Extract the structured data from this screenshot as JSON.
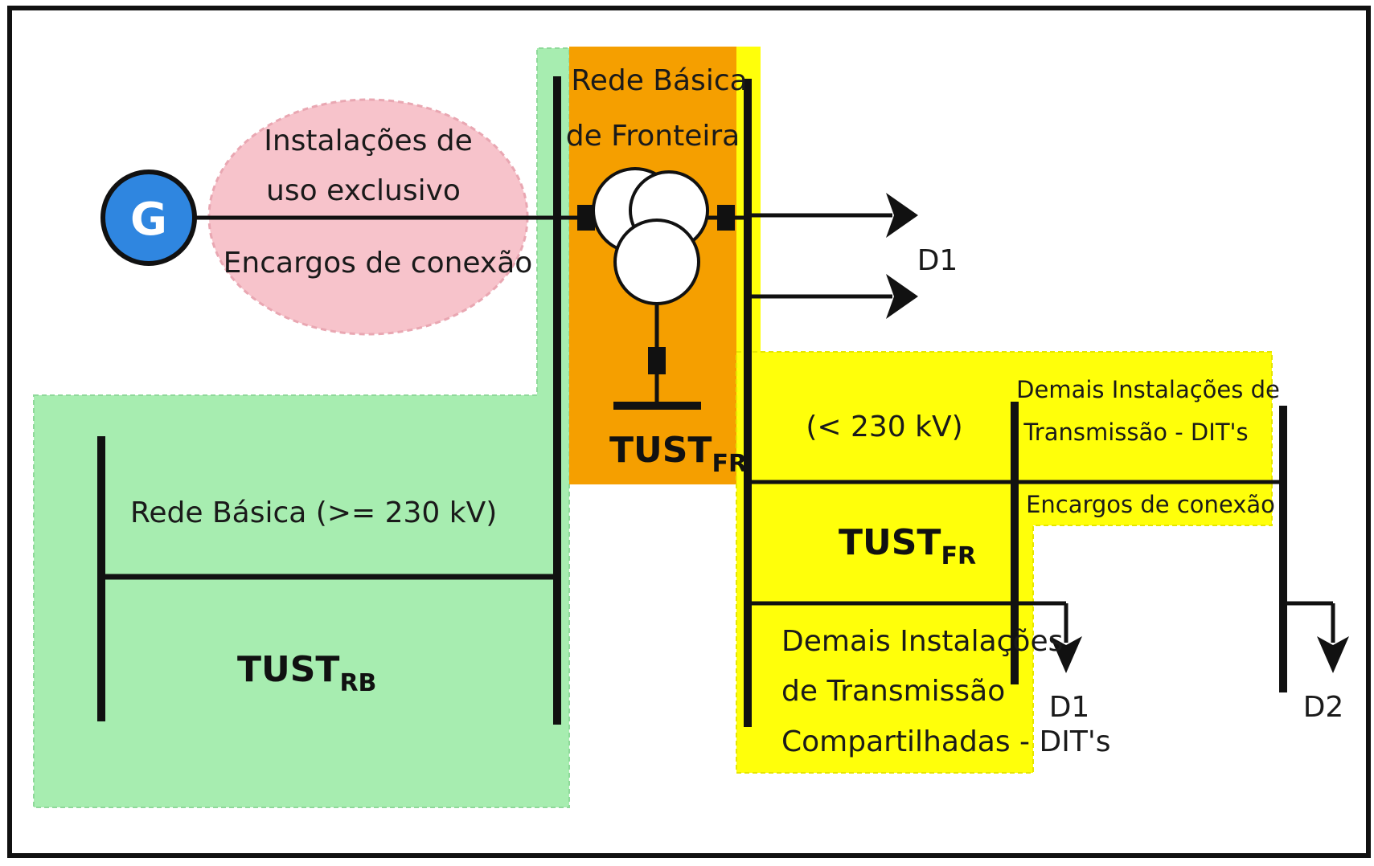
{
  "generator": {
    "label": "G",
    "color": "#2f86e0"
  },
  "exclusive": {
    "line1": "Instalações de",
    "line2": "uso exclusivo",
    "line3": "Encargos de conexão",
    "color": "#f7c3cb"
  },
  "basic_network": {
    "label": "Rede Básica (>= 230 kV)",
    "tust_main": "TUST",
    "tust_sub": "RB",
    "color": "#a7edb0"
  },
  "frontier": {
    "line1": "Rede Básica",
    "line2": "de Fronteira",
    "tust_main": "TUST",
    "tust_sub": "FR",
    "color": "#f59f00"
  },
  "shared_dit": {
    "voltage": "(< 230 kV)",
    "tust_main": "TUST",
    "tust_sub": "FR",
    "line1": "Demais Instalações",
    "line2": "de Transmissão",
    "line3": "Compartilhadas - DIT's",
    "color": "#ffff0a"
  },
  "other_dit": {
    "line1": "Demais Instalações de",
    "line2": "Transmissão - DIT's",
    "line3": "Encargos de conexão"
  },
  "loads": {
    "d1_upper": "D1",
    "d1_lower": "D1",
    "d2": "D2"
  }
}
